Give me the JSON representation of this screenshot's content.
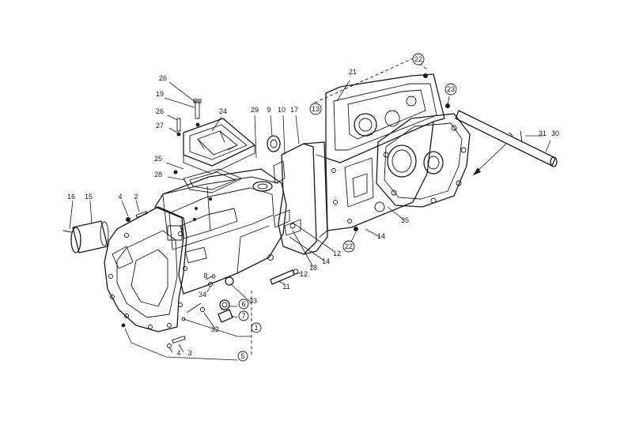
{
  "callouts": [
    {
      "id": "c26a",
      "text": "26",
      "circled": false
    },
    {
      "id": "c19",
      "text": "19",
      "circled": false
    },
    {
      "id": "c26b",
      "text": "26",
      "circled": false
    },
    {
      "id": "c27",
      "text": "27",
      "circled": false
    },
    {
      "id": "c24",
      "text": "24",
      "circled": false
    },
    {
      "id": "c25",
      "text": "25",
      "circled": false
    },
    {
      "id": "c28",
      "text": "28",
      "circled": false
    },
    {
      "id": "c29",
      "text": "29",
      "circled": false
    },
    {
      "id": "c9",
      "text": "9",
      "circled": false
    },
    {
      "id": "c10",
      "text": "10",
      "circled": false
    },
    {
      "id": "c17",
      "text": "17",
      "circled": false
    },
    {
      "id": "c13",
      "text": "13",
      "circled": true
    },
    {
      "id": "c21",
      "text": "21",
      "circled": false
    },
    {
      "id": "c22a",
      "text": "22",
      "circled": true
    },
    {
      "id": "c23",
      "text": "23",
      "circled": true
    },
    {
      "id": "c31",
      "text": "31",
      "circled": false
    },
    {
      "id": "c30",
      "text": "30",
      "circled": false
    },
    {
      "id": "c16",
      "text": "16",
      "circled": false
    },
    {
      "id": "c15",
      "text": "15",
      "circled": false
    },
    {
      "id": "c4a",
      "text": "4",
      "circled": false
    },
    {
      "id": "c2",
      "text": "2",
      "circled": false
    },
    {
      "id": "c35",
      "text": "35",
      "circled": false
    },
    {
      "id": "c14a",
      "text": "14",
      "circled": false
    },
    {
      "id": "c22b",
      "text": "22",
      "circled": true
    },
    {
      "id": "c12a",
      "text": "12",
      "circled": false
    },
    {
      "id": "c14b",
      "text": "14",
      "circled": false
    },
    {
      "id": "c18",
      "text": "18",
      "circled": false
    },
    {
      "id": "c12b",
      "text": "12",
      "circled": false
    },
    {
      "id": "c11",
      "text": "11",
      "circled": false
    },
    {
      "id": "c8a",
      "text": "8",
      "circled": false
    },
    {
      "id": "c34",
      "text": "34",
      "circled": false
    },
    {
      "id": "c33",
      "text": "33",
      "circled": false
    },
    {
      "id": "c6",
      "text": "6",
      "circled": true
    },
    {
      "id": "c7",
      "text": "7",
      "circled": true
    },
    {
      "id": "c32",
      "text": "32",
      "circled": false
    },
    {
      "id": "c1",
      "text": "1",
      "circled": true
    },
    {
      "id": "c4b",
      "text": "4",
      "circled": false
    },
    {
      "id": "c3",
      "text": "3",
      "circled": false
    },
    {
      "id": "c5",
      "text": "5",
      "circled": true
    }
  ]
}
